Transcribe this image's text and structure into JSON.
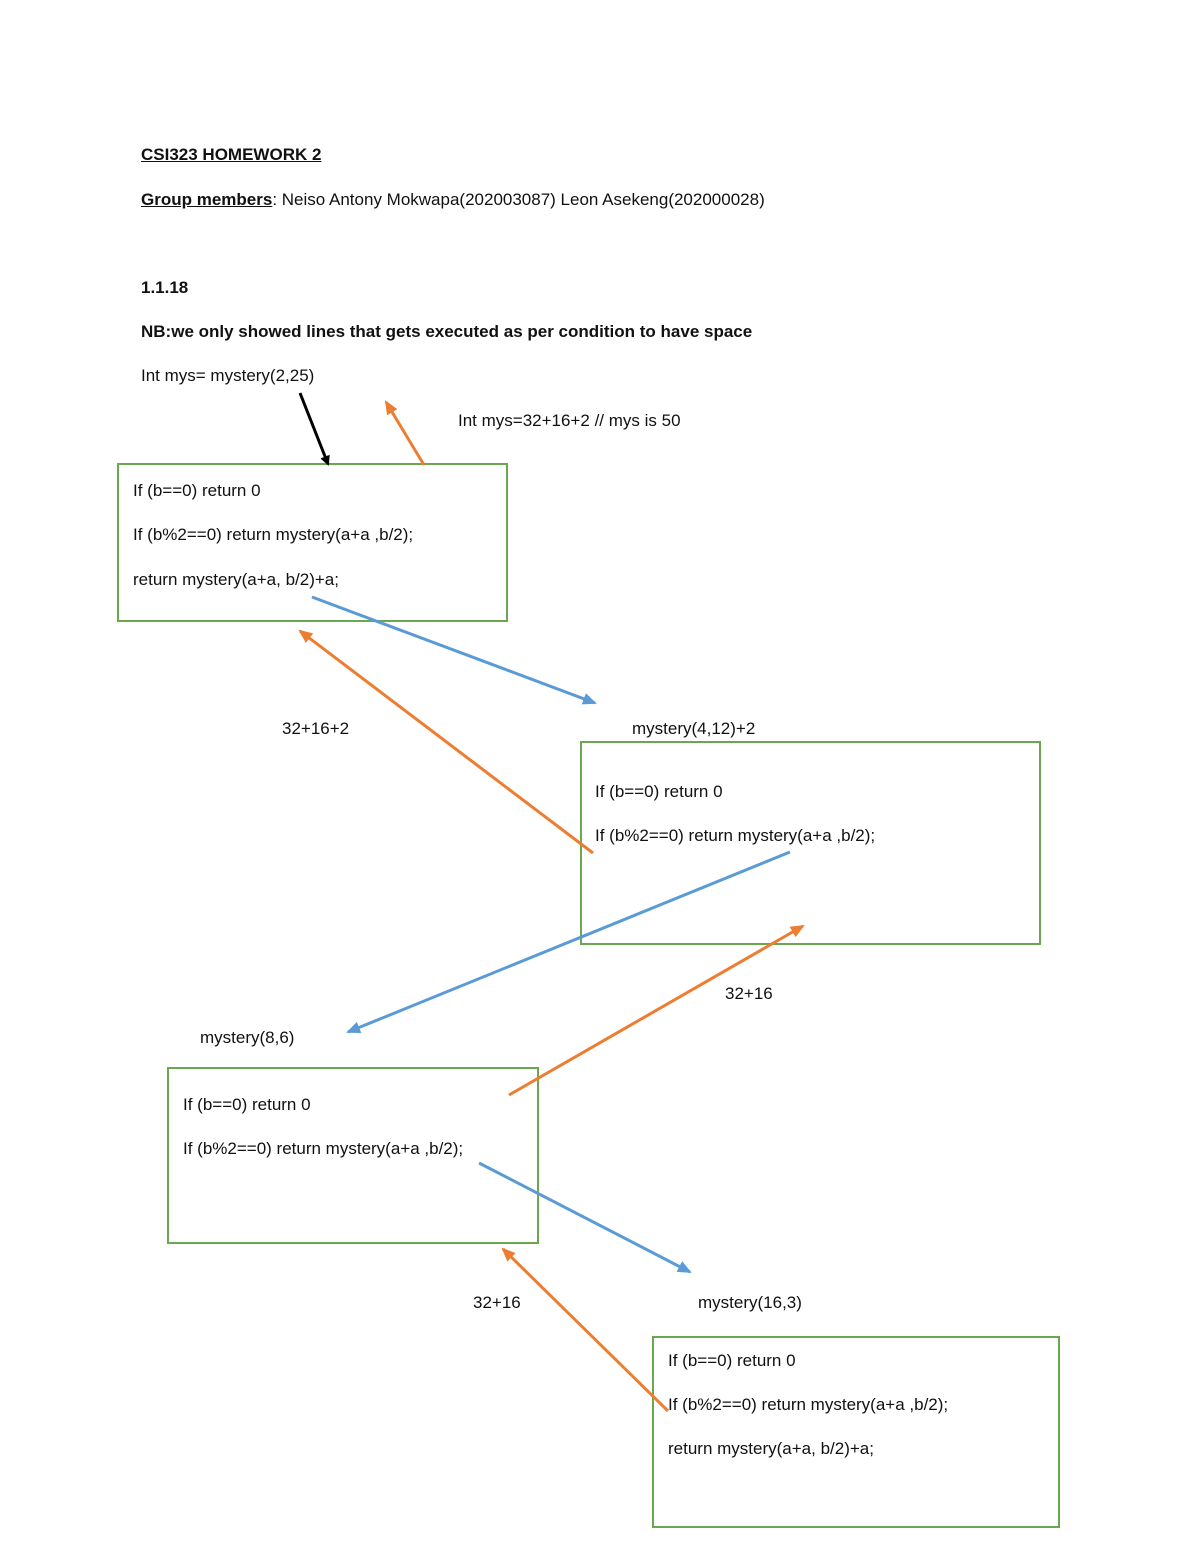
{
  "header": {
    "title": "CSI323 HOMEWORK 2",
    "group_label": "Group members",
    "group_colon": ":",
    "group_names": " Neiso Antony Mokwapa(202003087) Leon Asekeng(202000028)"
  },
  "section": {
    "number": "1.1.18",
    "note": "NB:we only showed lines that gets executed as per condition to have space",
    "init_call": "Int mys= mystery(2,25)",
    "result": "Int mys=32+16+2 // mys is 50"
  },
  "code": {
    "base_case": "If (b==0) return 0",
    "even_case": "If (b%2==0) return mystery(a+a ,b/2);",
    "odd_case": "return mystery(a+a, b/2)+a;"
  },
  "labels": {
    "return_1": "32+16+2",
    "call_2": "mystery(4,12)+2",
    "return_2": "32+16",
    "call_3": "mystery(8,6)",
    "return_3": "32+16",
    "call_4": "mystery(16,3)"
  },
  "colors": {
    "box_border": "#6aa84f",
    "call_arrow": "#5b9bd5",
    "return_arrow": "#ed7d31",
    "start_arrow": "#000000"
  }
}
